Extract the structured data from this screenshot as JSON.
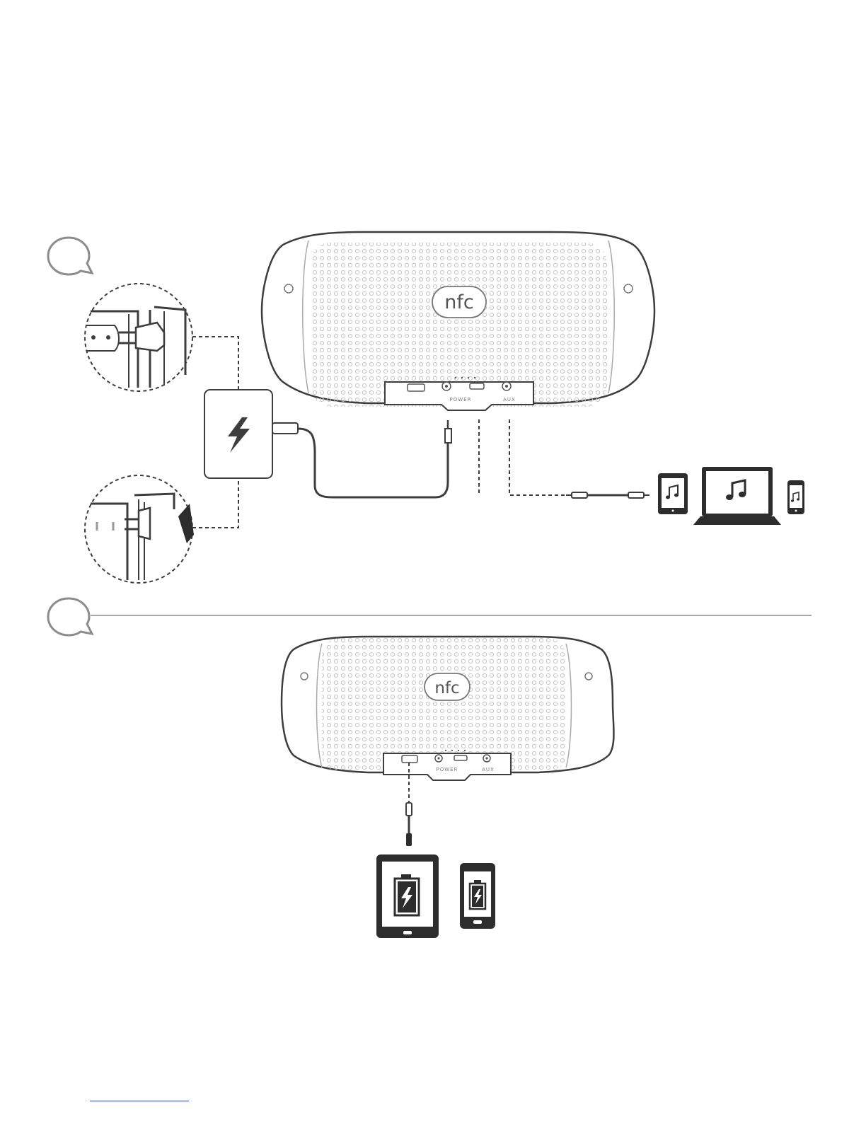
{
  "speaker_top": {
    "logo_text": "nfc",
    "port_labels": [
      "POWER",
      "AUX"
    ]
  },
  "speaker_bottom": {
    "logo_text": "nfc",
    "port_labels": [
      "POWER",
      "AUX"
    ]
  },
  "colors": {
    "line": "#3d3d3d",
    "dots": "#b8b8b8",
    "rule": "#8c8c8c",
    "link": "#2b3fcf"
  },
  "icons": [
    "step-bubble-icon",
    "lightning-icon",
    "music-note-icon",
    "battery-icon",
    "plug-icon"
  ]
}
